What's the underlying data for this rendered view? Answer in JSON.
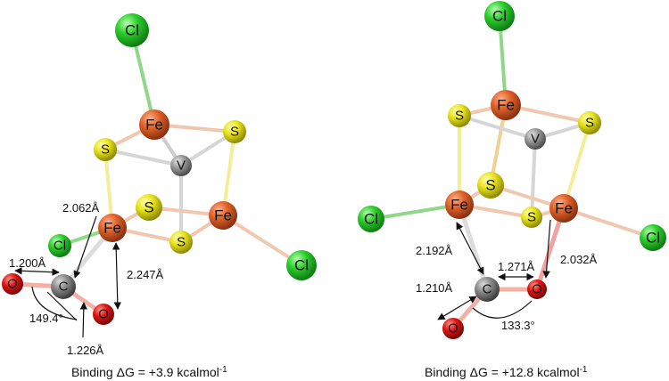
{
  "atom_symbols": {
    "iron": "Fe",
    "sulfur": "S",
    "vanadium": "V",
    "chlorine": "Cl",
    "carbon": "C",
    "oxygen": "O"
  },
  "colors": {
    "iron": "#e0622a",
    "sulfur": "#e6e21a",
    "vanadium": "#9a9a9a",
    "chlorine": "#2ccd2c",
    "carbon": "#8a8a8a",
    "oxygen": "#e01414"
  },
  "left": {
    "measurements": {
      "fe_c_distance": "2.062Å",
      "fe_o_distance": "2.247Å",
      "c_o_short": "1.200Å",
      "c_o_long": "1.226Å",
      "oco_angle": "149.4°"
    },
    "caption": "Binding ΔG = +3.9 kcalmol",
    "caption_sup": "-1"
  },
  "right": {
    "measurements": {
      "fe_c_distance": "2.192Å",
      "c_o_bound": "1.271Å",
      "fe_o_distance": "2.032Å",
      "c_o_free": "1.210Å",
      "oco_angle": "133.3°"
    },
    "caption": "Binding ΔG = +12.8 kcalmol",
    "caption_sup": "-1"
  }
}
